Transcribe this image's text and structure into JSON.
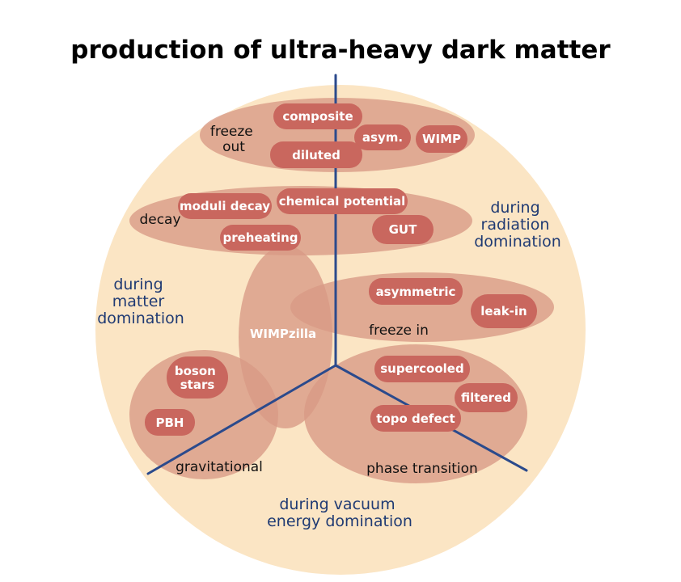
{
  "title": "production of ultra-heavy dark matter",
  "eras": {
    "radiation": [
      "during",
      "radiation",
      "domination"
    ],
    "matter": [
      "during",
      "matter",
      "domination"
    ],
    "vacuum": [
      "during vacuum",
      "energy domination"
    ]
  },
  "groups": {
    "freeze_out": [
      "freeze",
      "out"
    ],
    "decay": "decay",
    "freeze_in": "freeze in",
    "gravitational": "gravitational",
    "phase_transition": "phase transition",
    "wimpzilla": "WIMPzilla"
  },
  "mechanisms": {
    "composite": "composite",
    "asym": "asym.",
    "wimp": "WIMP",
    "diluted": "diluted",
    "moduli_decay": "moduli decay",
    "chemical_potential": "chemical potential",
    "gut": "GUT",
    "preheating": "preheating",
    "asymmetric": "asymmetric",
    "leak_in": "leak-in",
    "boson_stars": [
      "boson",
      "stars"
    ],
    "pbh": "PBH",
    "supercooled": "supercooled",
    "filtered": "filtered",
    "topo_defect": "topo defect"
  },
  "colors": {
    "background_disk": "#fbe5c4",
    "group_fill": "#d99a85",
    "pill_fill": "#c9675e",
    "axis_line": "#2b4a8c",
    "era_text": "#1f3a73"
  }
}
